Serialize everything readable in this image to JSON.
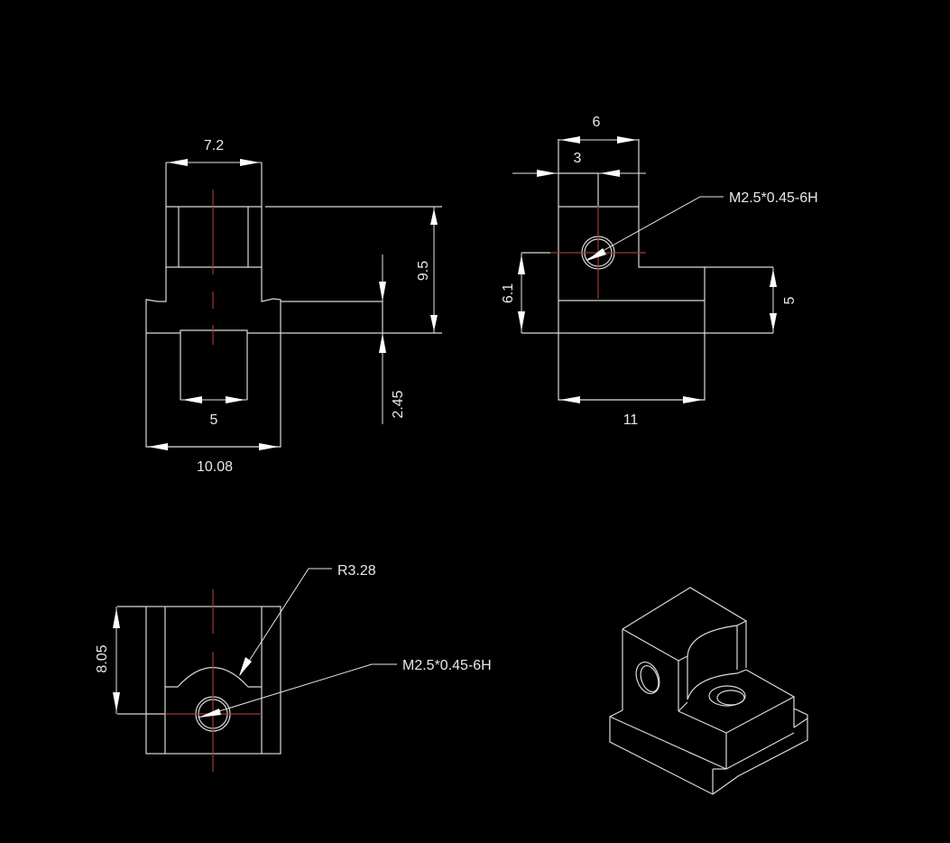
{
  "drawing": {
    "background": "#000000",
    "line_color": "#d9d9d9",
    "centerline_color": "#a33a33",
    "views": {
      "front": {
        "dims": {
          "top_width": "7.2",
          "height_total": "9.5",
          "step_height": "2.45",
          "slot_width": "5",
          "base_width": "10.08"
        }
      },
      "side": {
        "dims": {
          "top_width": "6",
          "hole_offset": "3",
          "hole_height": "6.1",
          "base_height": "5",
          "base_width": "11"
        },
        "callout": "M2.5*0.45-6H"
      },
      "top": {
        "dims": {
          "height": "8.05"
        },
        "callout_radius": "R3.28",
        "callout_thread": "M2.5*0.45-6H"
      },
      "isometric": {
        "label": ""
      }
    }
  }
}
